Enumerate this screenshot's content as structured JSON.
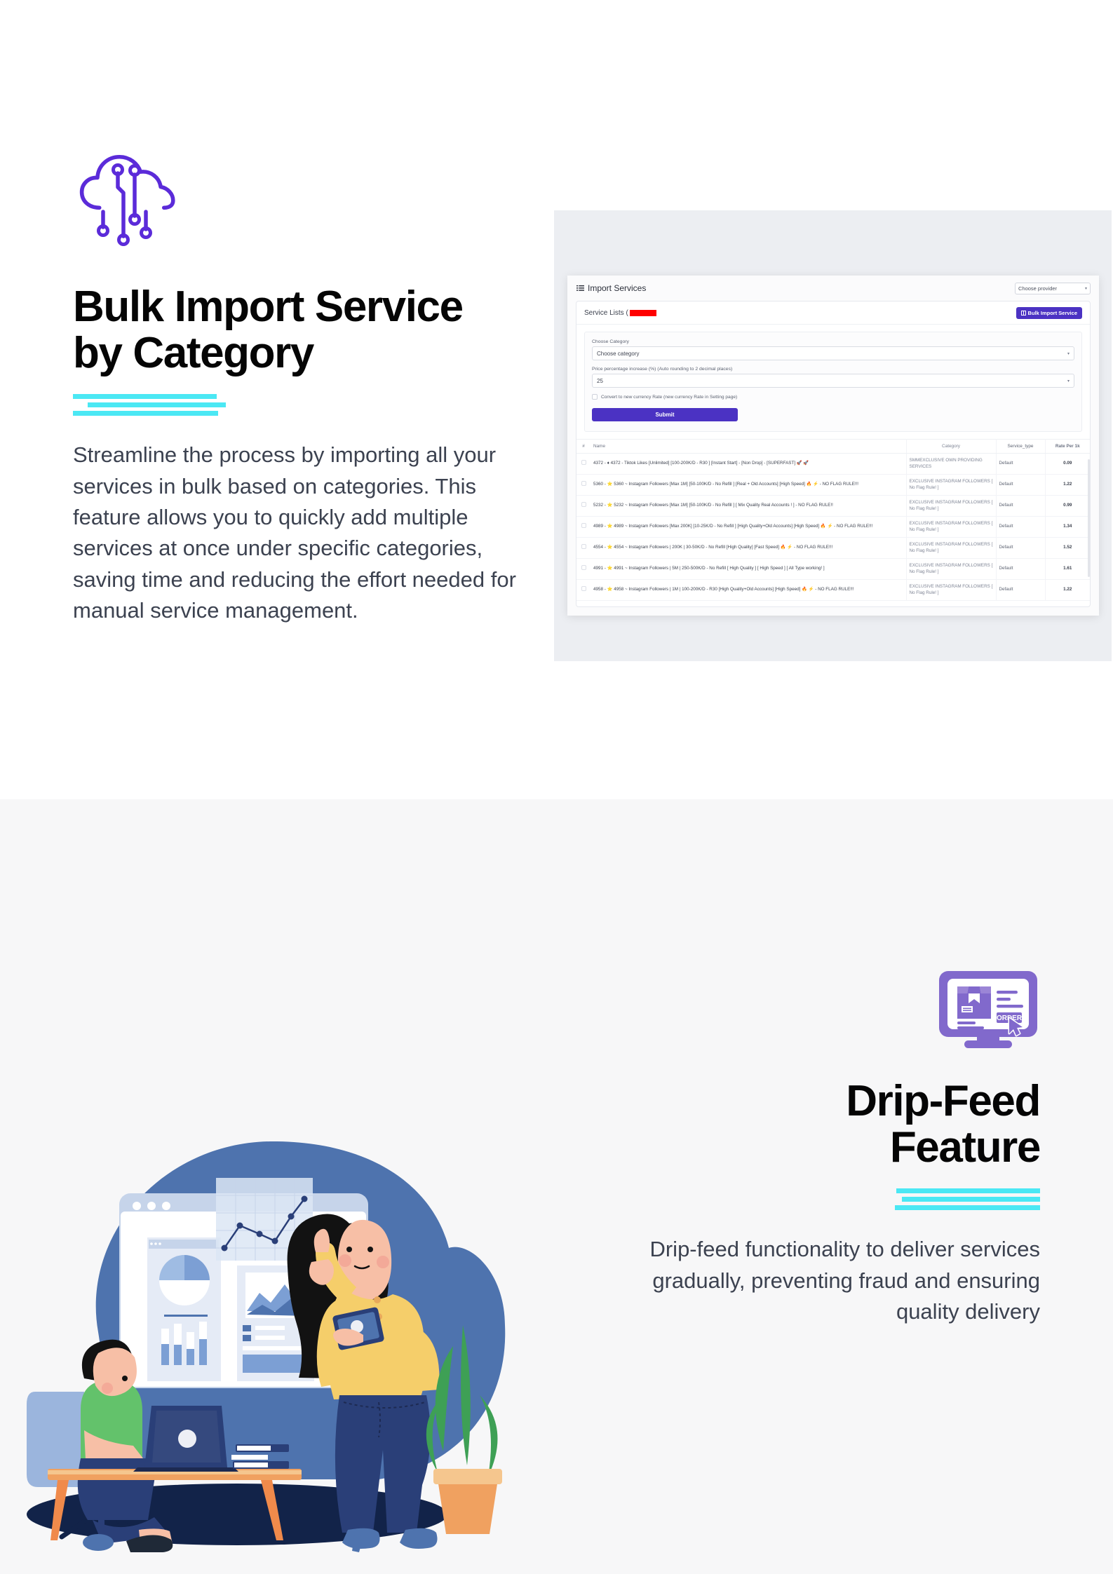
{
  "feature_one": {
    "logo_icon": "cloud-circuit-logo",
    "heading": "Bulk Import Service\nby Category",
    "body": "Streamline the process by importing all your services in bulk based on categories. This feature allows you to quickly add multiple services at once under specific categories, saving time and reducing the effort needed for manual service management.",
    "accent_color": "#4BE8F4",
    "logo_color": "#5B2BD9"
  },
  "screenshot": {
    "page_title": "Import Services",
    "page_title_icon": "list-icon",
    "provider_select": {
      "label": "Choose provider",
      "caret": "chevron-down-icon"
    },
    "panel": {
      "title": "Service Lists (",
      "redacted": true,
      "bulk_button": {
        "label": "Bulk Import Service",
        "icon": "table-import-icon"
      },
      "form": {
        "category_label": "Choose Category",
        "category_value": "Choose category",
        "price_label": "Price percentage increase (%) (Auto rounding to 2 decimal places)",
        "price_value": "25",
        "checkbox_label": "Convert to new currency Rate (new currency Rate in Setting page)",
        "checkbox_checked": false,
        "submit_label": "Submit"
      },
      "table": {
        "columns": [
          "#",
          "Name",
          "Category",
          "Service_type",
          "Rate Per 1k"
        ],
        "rows": [
          {
            "name": "4372 - ♦ 4372 - Tiktok Likes [Unlimited] [100-200K/D - R30 ] [Instant Start] - [Non Drop] - [SUPERFAST] 🚀 🚀",
            "category": "SMMEXCLUSIVE OWN PROVIDING SERVICES",
            "service_type": "Default",
            "rate": "0.09"
          },
          {
            "name": "5360 - ⭐ 5360 ~ Instagram Followers [Max 1M] [50-100K/D - No Refill ] [Real + Old Accounts] [High Speed] 🔥 ⚡ - NO FLAG RULE!!!",
            "category": "EXCLUSIVE INSTAGRAM FOLLOWERS [ No Flag Rule! ]",
            "service_type": "Default",
            "rate": "1.22"
          },
          {
            "name": "5232 - ⭐ 5232 ~ Instagram Followers [Max 1M] [50-100K/D - No Refill ] [ Mix Quality Real Accounts ! ] - NO FLAG RULE!!",
            "category": "EXCLUSIVE INSTAGRAM FOLLOWERS [ No Flag Rule! ]",
            "service_type": "Default",
            "rate": "0.99"
          },
          {
            "name": "4989 - ⭐ 4989 ~ Instagram Followers [Max 200K] [10-25K/D - No Refill ] [High Quality+Old Accounts] [High Speed] 🔥 ⚡ - NO FLAG RULE!!!",
            "category": "EXCLUSIVE INSTAGRAM FOLLOWERS [ No Flag Rule! ]",
            "service_type": "Default",
            "rate": "1.34"
          },
          {
            "name": "4554 - ⭐ 4554 ~ Instagram Followers | 200K | 30-50K/D - No Refill [High Quality] [Fast Speed] 🔥 ⚡ - NO FLAG RULE!!!",
            "category": "EXCLUSIVE INSTAGRAM FOLLOWERS [ No Flag Rule! ]",
            "service_type": "Default",
            "rate": "1.52"
          },
          {
            "name": "4991 - ⭐ 4991 ~ Instagram Followers | 5M | 250-500K/D - No Refill [ High Quality ] [ High Speed ] [ All Type working! ]",
            "category": "EXCLUSIVE INSTAGRAM FOLLOWERS [ No Flag Rule! ]",
            "service_type": "Default",
            "rate": "1.61"
          },
          {
            "name": "4958 - ⭐ 4958 ~ Instagram Followers | 1M | 100-200K/D - R30 [High Quality+Old Accounts] [High Speed] 🔥 ⚡ - NO FLAG RULE!!!",
            "category": "EXCLUSIVE INSTAGRAM FOLLOWERS [ No Flag Rule! ]",
            "service_type": "Default",
            "rate": "1.22"
          }
        ]
      }
    },
    "brand_color": "#4B32C3"
  },
  "feature_two": {
    "icon": "monitor-order-box-icon",
    "icon_label": "ORDER",
    "icon_color": "#8169CC",
    "heading": "Drip-Feed\nFeature",
    "body": "Drip-feed functionality to deliver services gradually, preventing fraud and ensuring quality delivery",
    "accent_color": "#4BE8F4"
  },
  "illustration": {
    "name": "team-data-analysis-illustration",
    "colors": {
      "blob": "#4E73AE",
      "floor": "#122349",
      "shirt_green": "#63C26B",
      "sweater_yellow": "#F5CE6A",
      "jeans": "#2A3F78",
      "desk": "#F08A4B",
      "plant": "#3EA055"
    }
  }
}
